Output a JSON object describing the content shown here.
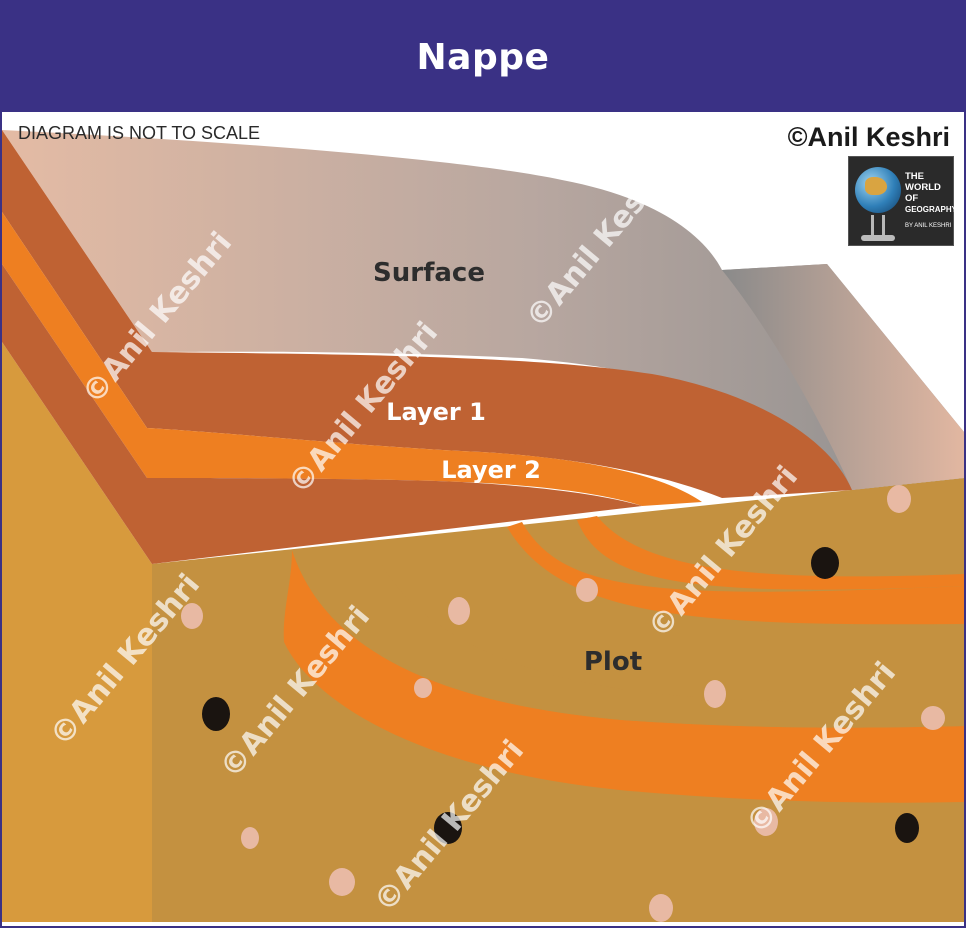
{
  "title": "Nappe",
  "note": "DIAGRAM IS NOT TO SCALE",
  "credit": "©Anil  Keshri",
  "logo": {
    "lines": [
      "THE",
      "WORLD",
      "OF",
      "GEOGRAPHY"
    ],
    "byline": "BY ANIL KESHRI"
  },
  "labels": {
    "surface": "Surface",
    "layer1": "Layer 1",
    "layer2": "Layer 2",
    "plot": "Plot"
  },
  "watermark": "©Anil Keshri",
  "colors": {
    "header": "#3a3185",
    "layer_brown": "#bf6233",
    "layer_orange": "#ee7f21",
    "ground": "#c49140",
    "ground_side": "#d79a3d"
  }
}
